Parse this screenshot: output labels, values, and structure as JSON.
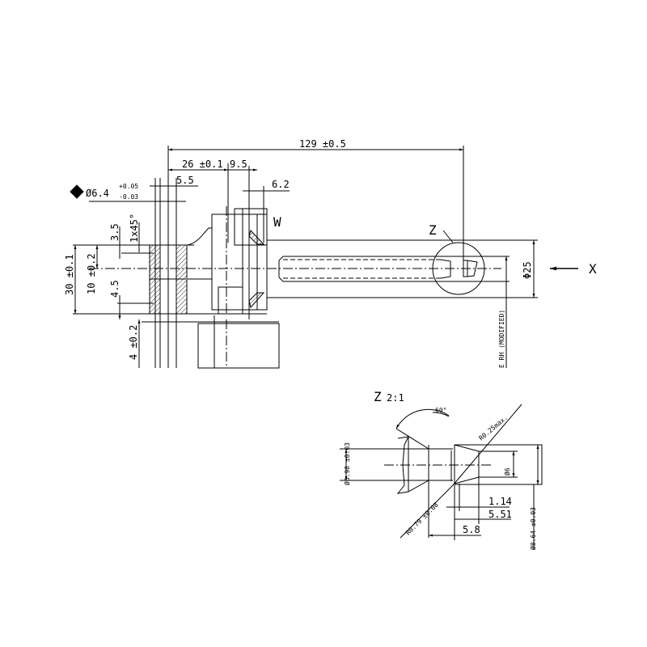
{
  "main_view": {
    "dim_overall": "129 ±0.5",
    "dim_26": "26 ±0.1",
    "dim_9_5": "9.5",
    "dim_5_5": "5.5",
    "dim_6_2": "6.2",
    "dia_6_4": "Ø6.4",
    "tol_upper": "+0.05",
    "tol_lower": "-0.03",
    "label_w": "W",
    "label_z": "Z",
    "dim_3_5": "3.5",
    "chamfer": "1x45°",
    "dim_30": "30 ±0.1",
    "dim_10": "10 ±0.2",
    "dim_4_5": "4.5",
    "dim_4": "4 ±0.2",
    "dia_25": "Φ25",
    "view_x": "X",
    "note_vertical": "E RH (MODIFIED)"
  },
  "detail_z": {
    "title": "Z",
    "scale": "2:1",
    "angle": "60°",
    "radius_max": "R0.25max.",
    "dia_6_98": "Ø6.98 ±0.03",
    "dia_6": "Ø6",
    "radius_079": "R0.79 ±0.08",
    "dim_1_14": "1.14",
    "dim_5_51": "5.51",
    "dim_5_8": "5.8",
    "dia_8_64": "Ø8.64 ±0.03"
  }
}
